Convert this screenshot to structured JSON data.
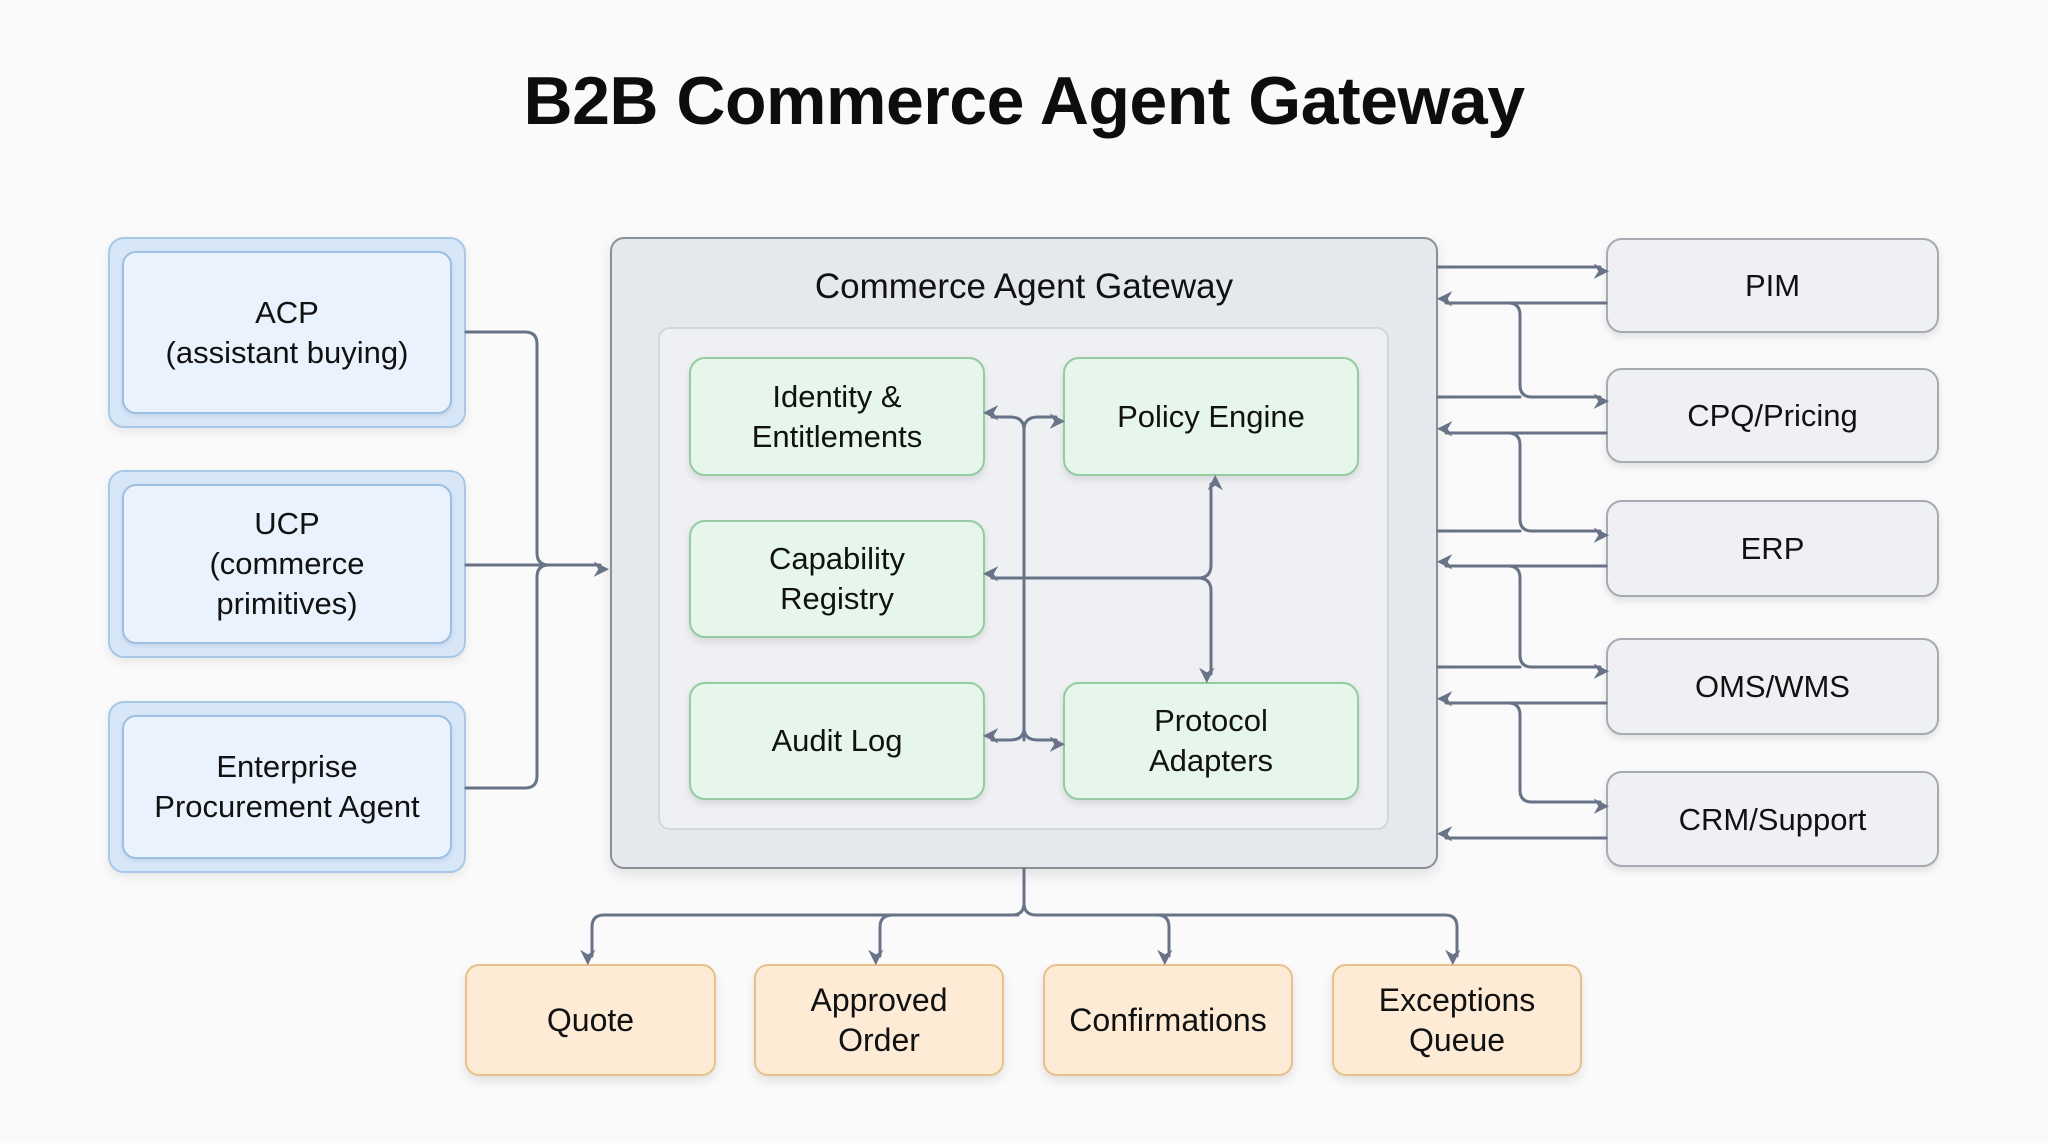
{
  "title": "B2B Commerce Agent Gateway",
  "colors": {
    "background": "#fafafa",
    "input_fill": "#eaf3fd",
    "input_border": "#9dbfe2",
    "gateway_fill": "#e5e8ec",
    "component_fill": "#e6f6ea",
    "component_border": "#94cba0",
    "system_fill": "#eef0f3",
    "output_fill": "#fdebd6",
    "output_border": "#e9c08c",
    "connector": "#687387"
  },
  "inputs": [
    {
      "label": "ACP\n(assistant buying)"
    },
    {
      "label": "UCP\n(commerce\nprimitives)"
    },
    {
      "label": "Enterprise\nProcurement Agent"
    }
  ],
  "gateway": {
    "title": "Commerce Agent Gateway",
    "components": [
      {
        "label": "Identity &\nEntitlements"
      },
      {
        "label": "Policy Engine"
      },
      {
        "label": "Capability\nRegistry"
      },
      {
        "label": "Audit Log"
      },
      {
        "label": "Protocol\nAdapters"
      }
    ]
  },
  "systems": [
    {
      "label": "PIM"
    },
    {
      "label": "CPQ/Pricing"
    },
    {
      "label": "ERP"
    },
    {
      "label": "OMS/WMS"
    },
    {
      "label": "CRM/Support"
    }
  ],
  "outputs": [
    {
      "label": "Quote"
    },
    {
      "label": "Approved\nOrder"
    },
    {
      "label": "Confirmations"
    },
    {
      "label": "Exceptions\nQueue"
    }
  ]
}
